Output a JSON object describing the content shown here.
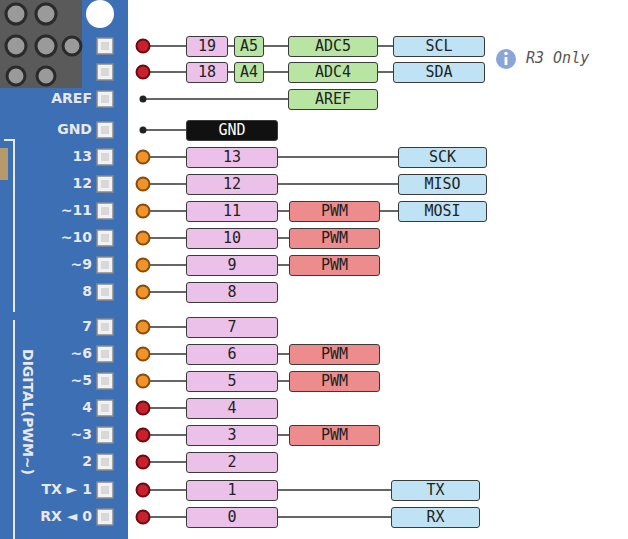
{
  "diagram": {
    "nodes": [
      {
        "text": [
          "19"
        ]
      },
      {
        "text": [
          "A5"
        ]
      },
      {
        "text": [
          "ADC5"
        ]
      },
      {
        "text": [
          "SCL"
        ]
      },
      {
        "text": [
          "18"
        ]
      },
      {
        "text": [
          "A4"
        ]
      },
      {
        "text": [
          "ADC4"
        ]
      },
      {
        "text": [
          "SDA"
        ]
      },
      {
        "text": [
          "AREF"
        ]
      },
      {
        "text": [
          "GND"
        ]
      },
      {
        "text": [
          "13"
        ]
      },
      {
        "text": [
          "SCK"
        ]
      },
      {
        "text": [
          "12"
        ]
      },
      {
        "text": [
          "MISO"
        ]
      },
      {
        "text": [
          "11"
        ]
      },
      {
        "text": [
          "PWM"
        ]
      },
      {
        "text": [
          "MOSI"
        ]
      },
      {
        "text": [
          "10"
        ]
      },
      {
        "text": [
          "PWM"
        ]
      },
      {
        "text": [
          "9"
        ]
      },
      {
        "text": [
          "PWM"
        ]
      },
      {
        "text": [
          "8"
        ]
      },
      {
        "text": [
          "7"
        ]
      },
      {
        "text": [
          "6"
        ]
      },
      {
        "text": [
          "PWM"
        ]
      },
      {
        "text": [
          "5"
        ]
      },
      {
        "text": [
          "PWM"
        ]
      },
      {
        "text": [
          "4"
        ]
      },
      {
        "text": [
          "3"
        ]
      },
      {
        "text": [
          "PWM"
        ]
      },
      {
        "text": [
          "2"
        ]
      },
      {
        "text": [
          "1"
        ]
      },
      {
        "text": [
          "TX"
        ]
      },
      {
        "text": [
          "0"
        ]
      },
      {
        "text": [
          "RX"
        ]
      }
    ],
    "edges": [
      {
        "from": 0,
        "to": 1,
        "arrow": "none"
      },
      {
        "from": 1,
        "to": 2,
        "arrow": "none"
      },
      {
        "from": 2,
        "to": 3,
        "arrow": "none"
      },
      {
        "from": 4,
        "to": 5,
        "arrow": "none"
      },
      {
        "from": 5,
        "to": 6,
        "arrow": "none"
      },
      {
        "from": 6,
        "to": 7,
        "arrow": "none"
      },
      {
        "from": 10,
        "to": 11,
        "arrow": "none"
      },
      {
        "from": 12,
        "to": 13,
        "arrow": "none"
      },
      {
        "from": 14,
        "to": 15,
        "arrow": "none"
      },
      {
        "from": 15,
        "to": 16,
        "arrow": "none"
      },
      {
        "from": 17,
        "to": 18,
        "arrow": "none"
      },
      {
        "from": 19,
        "to": 20,
        "arrow": "none"
      },
      {
        "from": 23,
        "to": 24,
        "arrow": "none"
      },
      {
        "from": 25,
        "to": 26,
        "arrow": "none"
      },
      {
        "from": 28,
        "to": 29,
        "arrow": "none"
      },
      {
        "from": 31,
        "to": 32,
        "arrow": "none"
      },
      {
        "from": 33,
        "to": 34,
        "arrow": "none"
      }
    ],
    "labels": [
      "R3 Only",
      "AREF",
      "GND",
      "13",
      "12",
      "~11",
      "~10",
      "~9",
      "8",
      "7",
      "~6",
      "~5",
      "4",
      "~3",
      "2",
      "TX ► 1",
      "RX ◄ 0",
      "DIGITAL(PWM~)"
    ]
  }
}
